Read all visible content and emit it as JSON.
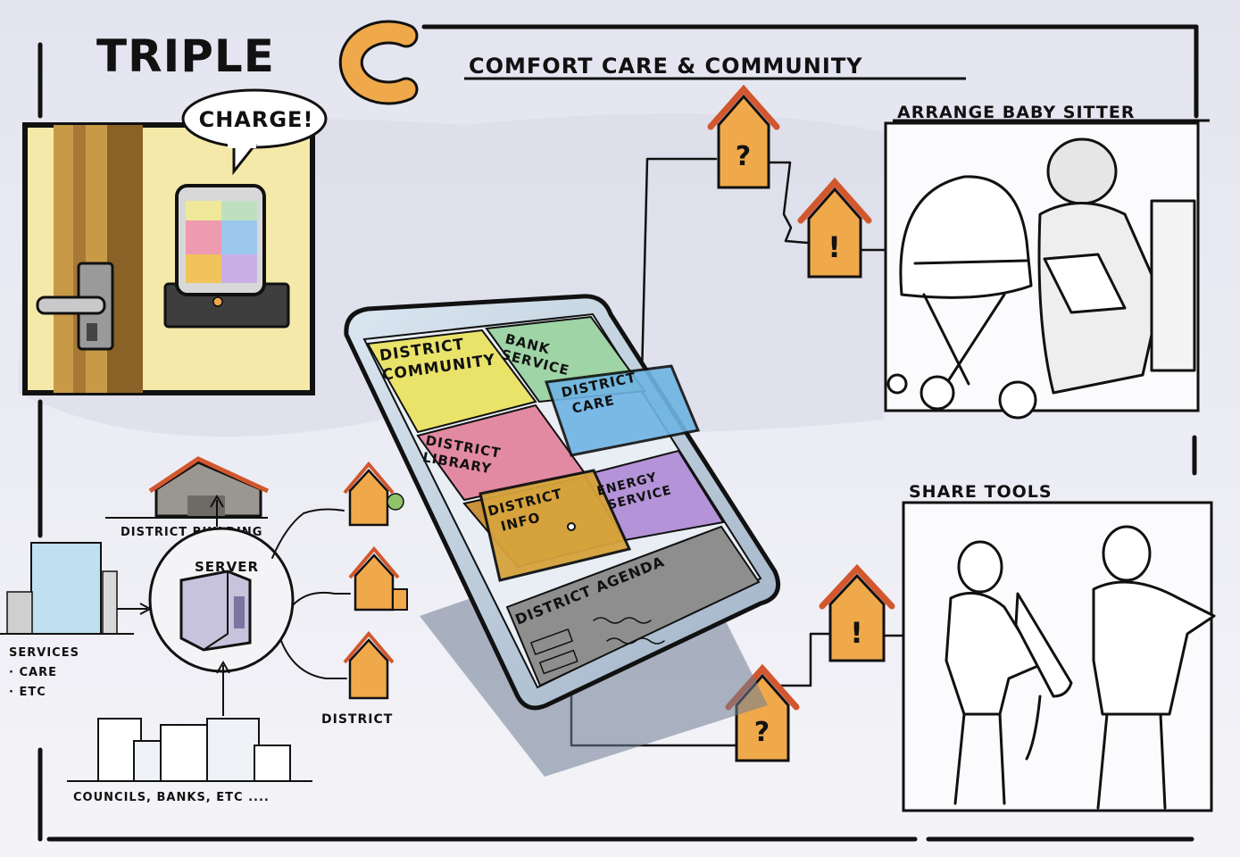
{
  "title": {
    "word": "TRIPLE",
    "letter": "C",
    "subtitle": "COMFORT CARE & COMMUNITY"
  },
  "charger": {
    "bubble": "CHARGE!"
  },
  "tablet": {
    "tiles": [
      {
        "label_lines": [
          "DISTRICT",
          "COMMUNITY"
        ],
        "color": "#e9e36a"
      },
      {
        "label_lines": [
          "BANK",
          "SERVICE"
        ],
        "color": "#9fd4a6"
      },
      {
        "label_lines": [
          "DISTRICT",
          "CARE"
        ],
        "color": "#6fb4e4"
      },
      {
        "label_lines": [
          "DISTRICT",
          "LIBRARY"
        ],
        "color": "#e38aa3"
      },
      {
        "label_lines": [
          "DISTRICT",
          "INFO"
        ],
        "color": "#d6a33c"
      },
      {
        "label_lines": [
          "ENERGY",
          "SERVICE"
        ],
        "color": "#b493d8"
      },
      {
        "label_lines": [
          "DISTRICT AGENDA"
        ],
        "color": "#8e8e8e"
      }
    ]
  },
  "network": {
    "district_building": "DISTRICT BUILDING",
    "server": "SERVER",
    "district": "DISTRICT",
    "services_lines": [
      "SERVICES",
      "· CARE",
      "· ETC"
    ],
    "councils": "COUNCILS, BANKS, ETC ...."
  },
  "scenes": {
    "babysitter": "ARRANGE BABY SITTER",
    "tools": "SHARE TOOLS"
  },
  "houses": {
    "question": "?",
    "exclaim": "!"
  },
  "colors": {
    "orange": "#f0a94a",
    "roof": "#d2572e",
    "ink": "#111111"
  }
}
